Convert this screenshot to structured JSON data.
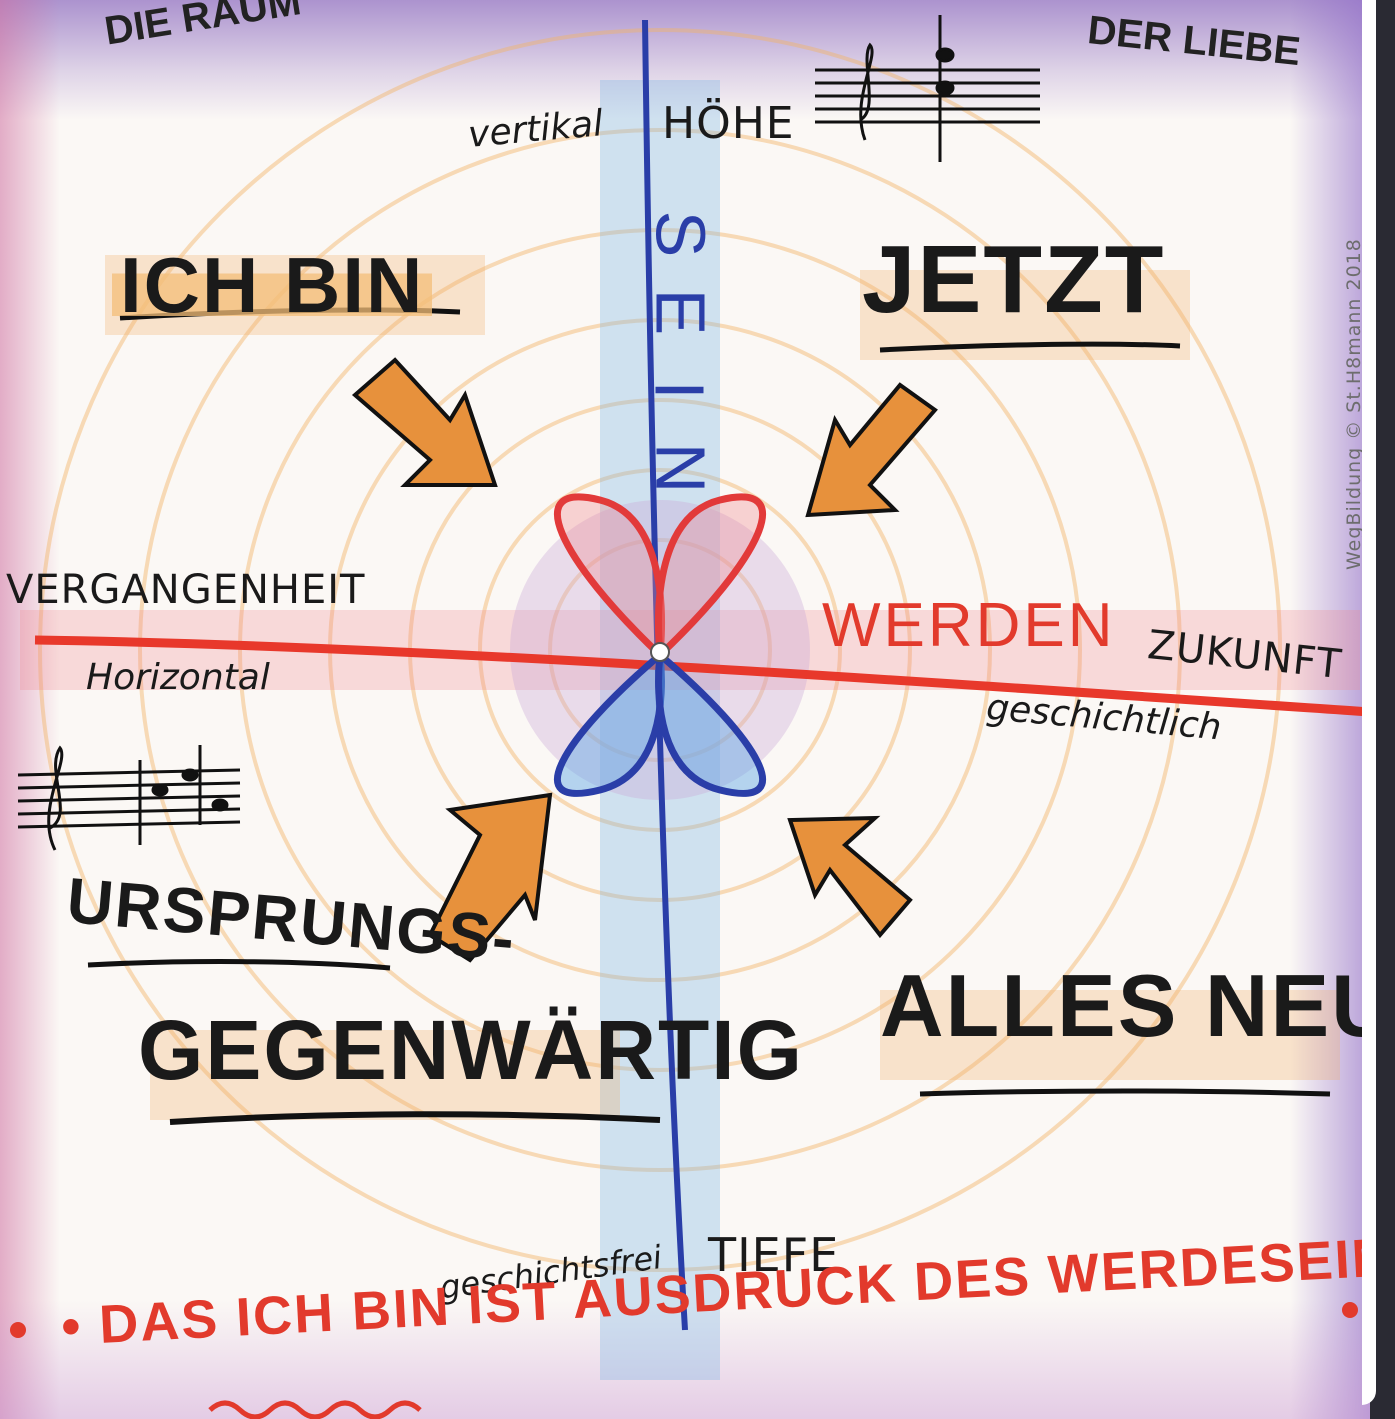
{
  "header": {
    "title_left": "DIE RAUM",
    "title_right": "DER LIEBE"
  },
  "axes": {
    "vertical_label": "vertikal",
    "top_label": "HÖHE",
    "bottom_label": "TIEFE",
    "bottom_note": "geschichtsfrei",
    "horizontal_label": "Horizontal",
    "left_label": "VERGANGENHEIT",
    "right_label": "ZUKUNFT",
    "right_note": "geschichtlich"
  },
  "center": {
    "vertical_word_letters": [
      "S",
      "E",
      "I",
      "N"
    ],
    "horizontal_word": "WERDEN"
  },
  "quadrants": {
    "top_left": "ICH BIN",
    "top_right": "JETZT",
    "bottom_left_line1": "URSPRUNGS-",
    "bottom_left_line2": "GEGENWÄRTIG",
    "bottom_right": "ALLES NEU!"
  },
  "footer": {
    "statement": "• DAS ICH BIN IST AUSDRUCK DES WERDESEIN •"
  },
  "copyright": "WegBildung © St.H8mann 2018",
  "colors": {
    "red_axis": "#e8382b",
    "blue_axis": "#2a3ea8",
    "orange_fill": "#f3b16a",
    "lavender_border": "#8a68be",
    "text_black": "#1a1a1a"
  },
  "icons": {
    "music_staff_top": "treble-clef-staff-icon",
    "music_staff_left": "treble-clef-staff-icon",
    "arrows": "hatched-arrow-icon",
    "center_symbol": "four-loop-knot-icon"
  }
}
